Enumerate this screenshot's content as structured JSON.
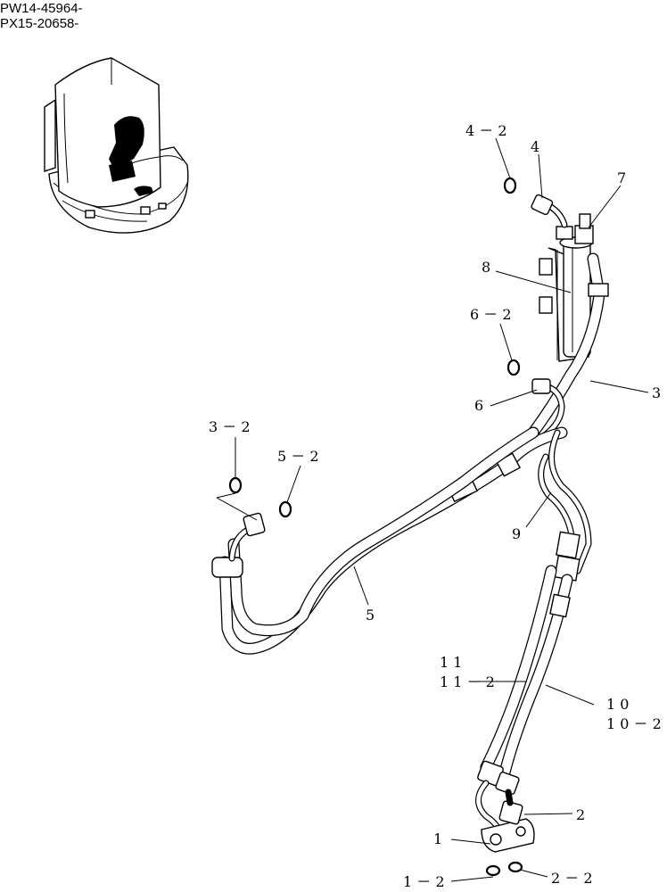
{
  "header": {
    "serial_line_1": "PW14-45964-",
    "serial_line_2": "PX15-20658-"
  },
  "labels": {
    "l4_2": "4 － 2",
    "l4": "4",
    "l7": "7",
    "l8": "8",
    "l6_2": "6 － 2",
    "l6": "6",
    "l3": "3",
    "l3_2": "3 － 2",
    "l5_2": "5 － 2",
    "l5": "5",
    "l9": "9",
    "l11": "1 1",
    "l11_2": "1 1 － 2",
    "l10": "1 0",
    "l10_2": "1 0 － 2",
    "l2": "2",
    "l1": "1",
    "l1_2": "1 － 2",
    "l2_2": "2 － 2"
  }
}
